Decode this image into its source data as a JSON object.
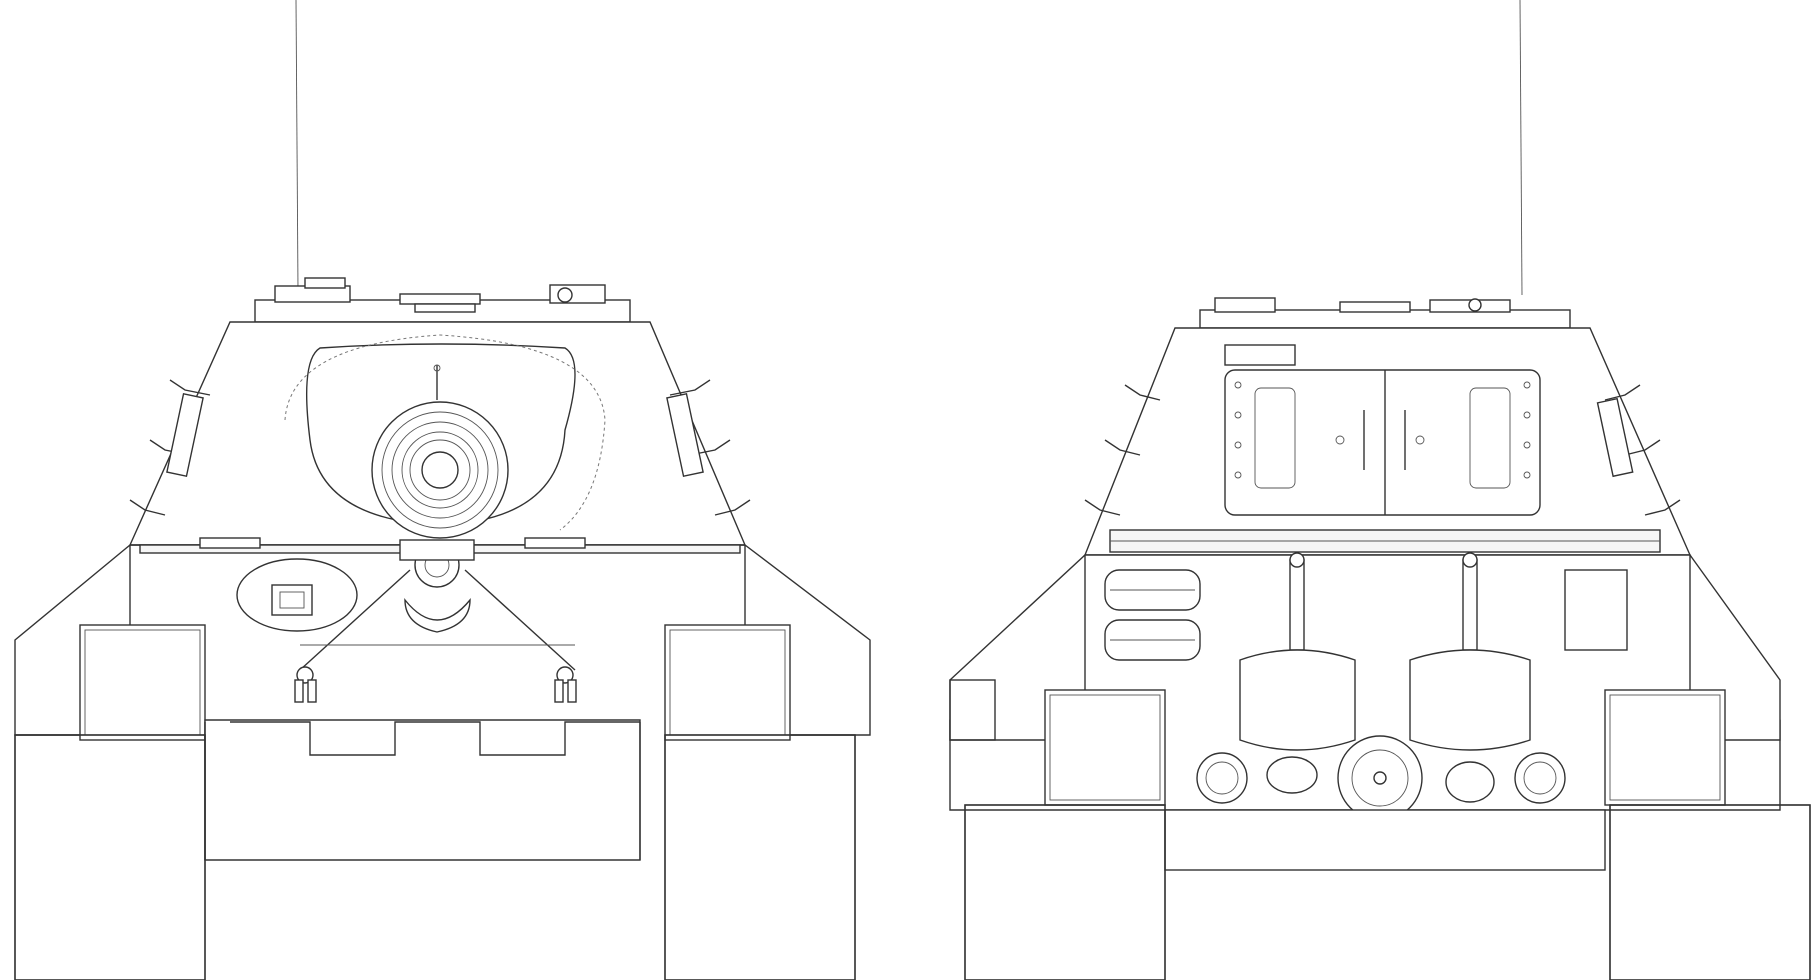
{
  "drawing": {
    "views": [
      {
        "id": "front",
        "name": "front-view"
      },
      {
        "id": "rear",
        "name": "rear-view"
      }
    ],
    "colors": {
      "line": "#333333",
      "paper": "#ffffff"
    }
  }
}
